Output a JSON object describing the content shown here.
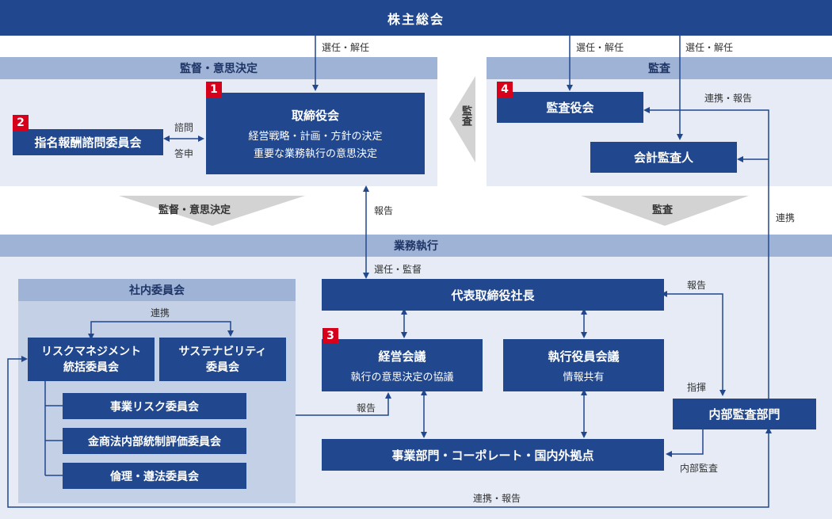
{
  "top": {
    "shareholders": "株主総会"
  },
  "supervision": {
    "header": "監督・意思決定",
    "board": {
      "title": "取締役会",
      "line1": "経営戦略・計画・方針の決定",
      "line2": "重要な業務執行の意思決定",
      "badge": "1"
    },
    "nomination": {
      "title": "指名報酬諮問委員会",
      "badge": "2"
    },
    "consult_label": "諮問",
    "report_label": "答申",
    "down_arrow_label": "監督・意思決定"
  },
  "audit": {
    "header": "監査",
    "board": {
      "title": "監査役会",
      "badge": "4"
    },
    "accountant": "会計監査人",
    "side_arrow_label": "監査",
    "down_arrow_label": "監査"
  },
  "execution": {
    "header": "業務執行",
    "ceo": "代表取締役社長",
    "mgmt": {
      "title": "経営会議",
      "sub": "執行の意思決定の協議",
      "badge": "3"
    },
    "exec_officers": {
      "title": "執行役員会議",
      "sub": "情報共有"
    },
    "depts": "事業部門・コーポレート・国内外拠点",
    "internal_audit": "内部監査部門"
  },
  "committees": {
    "header": "社内委員会",
    "link_label": "連携",
    "risk": "リスクマネジメント\n統括委員会",
    "sustain": "サステナビリティ\n委員会",
    "biz_risk": "事業リスク委員会",
    "fiea": "金商法内部統制評価委員会",
    "ethics": "倫理・遵法委員会"
  },
  "labels": {
    "elect1": "選任・解任",
    "elect2": "選任・解任",
    "elect3": "選任・解任",
    "coop_report_top": "連携・報告",
    "coop": "連携",
    "report_board": "報告",
    "elect_supervise": "選任・監督",
    "report_ceo": "報告",
    "command": "指揮",
    "report_mgmt": "報告",
    "internal_audit_lbl": "内部監査",
    "coop_report_bottom": "連携・報告"
  },
  "colors": {
    "dark": "#21478f",
    "band": "#9fb3d6",
    "panel": "#e6ebf5",
    "committee_panel": "#c3d0e6",
    "badge": "#d7001b",
    "arrow": "#21478f",
    "gray_arrow": "#d3d3d3"
  }
}
